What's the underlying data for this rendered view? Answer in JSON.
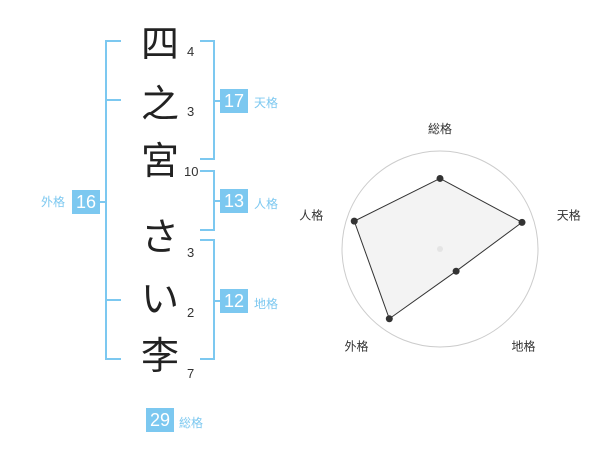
{
  "name_chars": [
    "四",
    "之",
    "宮",
    "さ",
    "い",
    "李"
  ],
  "strokes": [
    "4",
    "3",
    "10",
    "3",
    "2",
    "7"
  ],
  "fortunes": {
    "tenkaku": {
      "value": "17",
      "label": "天格"
    },
    "jinkaku": {
      "value": "13",
      "label": "人格"
    },
    "chikaku": {
      "value": "12",
      "label": "地格"
    },
    "gaikaku": {
      "value": "16",
      "label": "外格"
    },
    "soukaku": {
      "value": "29",
      "label": "総格"
    }
  },
  "chart_data": {
    "type": "radar",
    "axes": [
      "総格",
      "天格",
      "地格",
      "外格",
      "人格"
    ],
    "values": [
      0.72,
      0.88,
      0.28,
      0.88,
      0.92
    ],
    "rings": 4,
    "colors": {
      "fill": "#eeeeee",
      "stroke": "#333333",
      "rings": "#cccccc",
      "point": "#333333"
    }
  },
  "colors": {
    "accent": "#7cc8f0"
  }
}
